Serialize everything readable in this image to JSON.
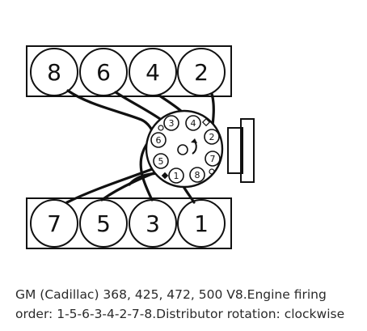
{
  "caption": "GM (Cadillac) 368, 425, 472, 500 V8.Engine firing order: 1-5-6-3-4-2-7-8.Distributor rotation: clockwise",
  "bank_top": [
    "8",
    "6",
    "4",
    "2"
  ],
  "bank_bottom": [
    "7",
    "5",
    "3",
    "1"
  ],
  "distributor_terminals": [
    "3",
    "4",
    "2",
    "7",
    "8",
    "1",
    "5",
    "6"
  ]
}
